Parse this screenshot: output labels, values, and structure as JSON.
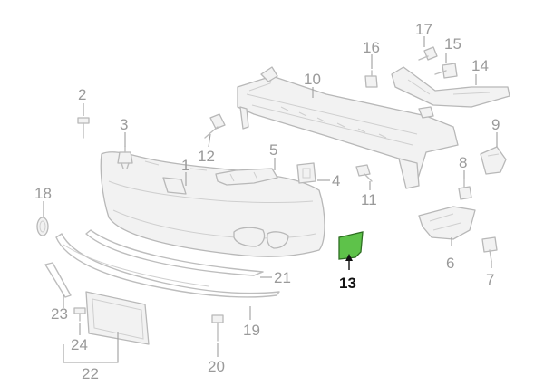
{
  "diagram": {
    "highlight_color": "#5ec24a",
    "highlighted_part": "13",
    "callouts": {
      "c1": "1",
      "c2": "2",
      "c3": "3",
      "c4": "4",
      "c5": "5",
      "c6": "6",
      "c7": "7",
      "c8": "8",
      "c9": "9",
      "c10": "10",
      "c11": "11",
      "c12": "12",
      "c13": "13",
      "c14": "14",
      "c15": "15",
      "c16": "16",
      "c17": "17",
      "c18": "18",
      "c19": "19",
      "c20": "20",
      "c21": "21",
      "c22": "22",
      "c23": "23",
      "c24": "24"
    }
  }
}
